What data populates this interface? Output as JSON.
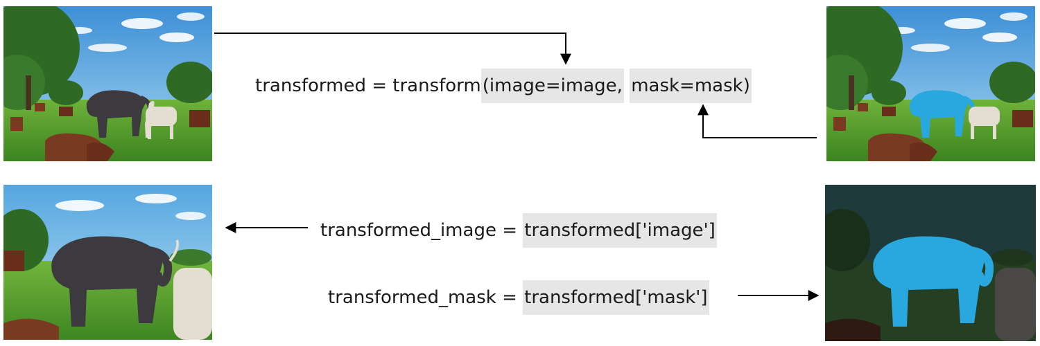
{
  "code": {
    "line1": {
      "prefix": "transformed = transform",
      "arg_image": "(image=image,",
      "arg_mask": "mask=mask)"
    },
    "line2": {
      "prefix": "transformed_image = ",
      "lookup": "transformed['image']"
    },
    "line3": {
      "prefix": "transformed_mask = ",
      "lookup": "transformed['mask']"
    }
  },
  "colors": {
    "mask_blue": "#29a8e0",
    "highlight": "#e6e6e6",
    "sky_top": "#3d8fd6",
    "sky_bottom": "#9fd3f0",
    "grass": "#4f9a2a",
    "tree": "#2f6a25",
    "elephant": "#3c3a3f",
    "cow_brown": "#7a3a22",
    "goat_white": "#e4ded2",
    "dark_overlay": "#1f3a3a"
  },
  "icons": {
    "arrow": "arrow-icon"
  }
}
